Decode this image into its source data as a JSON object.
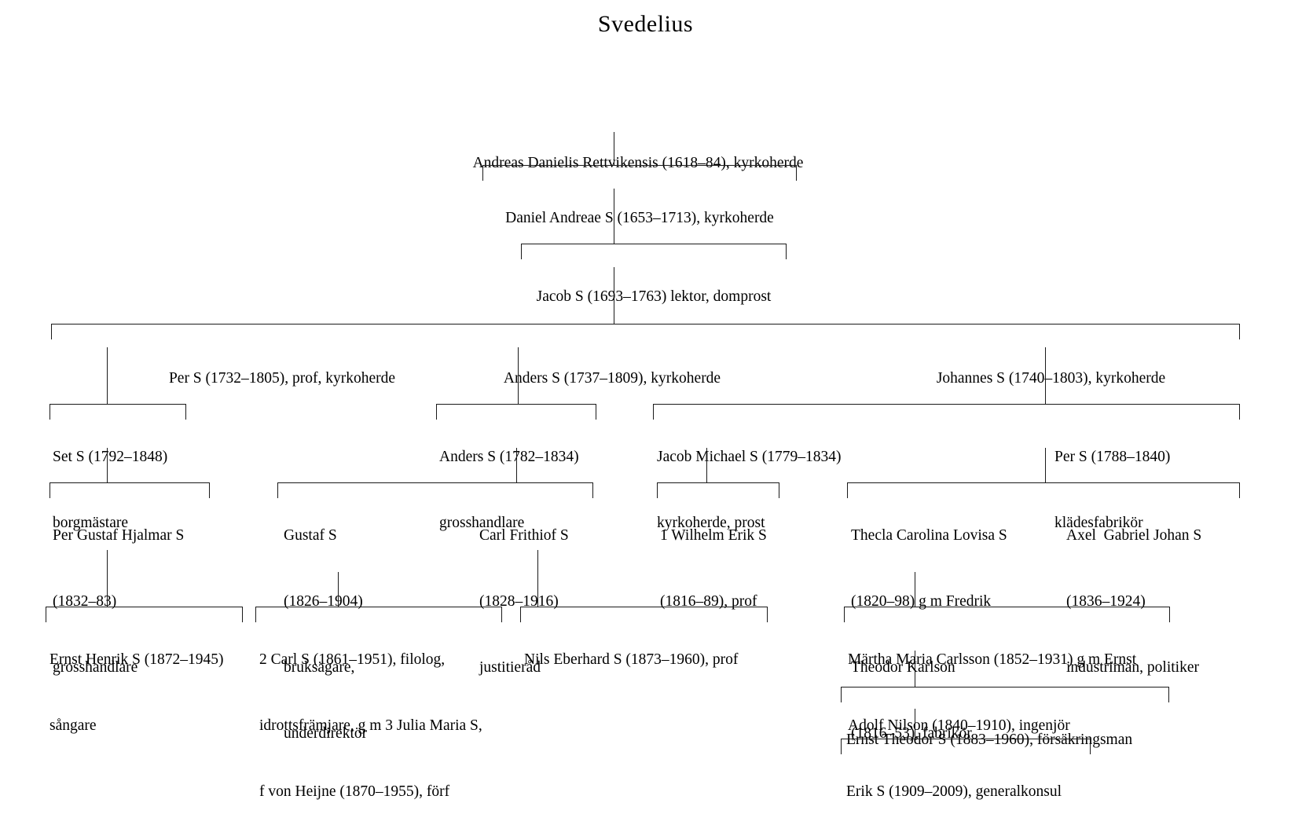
{
  "title": "Svedelius",
  "chart_data": {
    "type": "diagram",
    "diagram_kind": "genealogical-family-tree",
    "title": "Svedelius",
    "generations": [
      {
        "index": 1,
        "nodes": [
          {
            "id": "andreas",
            "lines": [
              "Andreas Danielis Rettvikensis (1618–84), kyrkoherde"
            ]
          }
        ]
      },
      {
        "index": 2,
        "nodes": [
          {
            "id": "daniel",
            "lines": [
              "Daniel Andreae S (1653–1713), kyrkoherde"
            ],
            "parent": "andreas"
          }
        ]
      },
      {
        "index": 3,
        "nodes": [
          {
            "id": "jacob",
            "lines": [
              "Jacob S (1693–1763) lektor, domprost"
            ],
            "parent": "daniel"
          }
        ]
      },
      {
        "index": 4,
        "nodes": [
          {
            "id": "per1732",
            "lines": [
              "Per S (1732–1805), prof, kyrkoherde"
            ],
            "parent": "jacob"
          },
          {
            "id": "anders1737",
            "lines": [
              "Anders S (1737–1809), kyrkoherde"
            ],
            "parent": "jacob"
          },
          {
            "id": "johannes1740",
            "lines": [
              "Johannes S (1740–1803), kyrkoherde"
            ],
            "parent": "jacob"
          }
        ]
      },
      {
        "index": 5,
        "nodes": [
          {
            "id": "set",
            "lines": [
              "Set S (1792–1848)",
              "borgmästare"
            ],
            "parent": "per1732"
          },
          {
            "id": "anders1782",
            "lines": [
              "Anders S (1782–1834)",
              "grosshandlare"
            ],
            "parent": "anders1737"
          },
          {
            "id": "jacobmichael",
            "lines": [
              "Jacob Michael S (1779–1834)",
              "kyrkoherde, prost"
            ],
            "parent": "anders1737"
          },
          {
            "id": "per1788",
            "lines": [
              "Per S (1788–1840)",
              "klädesfabrikör"
            ],
            "parent": "johannes1740"
          }
        ]
      },
      {
        "index": 6,
        "nodes": [
          {
            "id": "pergustaf",
            "lines": [
              "Per Gustaf Hjalmar S",
              "(1832–83)",
              "grosshandlare"
            ],
            "parent": "set"
          },
          {
            "id": "gustaf",
            "lines": [
              "Gustaf S",
              "(1826–1904)",
              "bruksägare,",
              "underdirektör"
            ],
            "parent": "anders1782"
          },
          {
            "id": "carlfrithiof",
            "lines": [
              "Carl Frithiof S",
              "(1828–1916)",
              "justitieråd"
            ],
            "parent": "anders1782"
          },
          {
            "id": "wilhelmerik",
            "lines": [
              "1 Wilhelm Erik S",
              "(1816–89), prof"
            ],
            "parent": "jacobmichael"
          },
          {
            "id": "thecla",
            "lines": [
              "Thecla Carolina Lovisa S",
              "(1820–98) g m Fredrik",
              "Theodor Karlson",
              "(1816–53), fabrikör"
            ],
            "parent": "per1788"
          },
          {
            "id": "axel",
            "lines": [
              "Axel  Gabriel Johan S",
              "(1836–1924)",
              "industriman, politiker"
            ],
            "parent": "per1788"
          }
        ]
      },
      {
        "index": 7,
        "nodes": [
          {
            "id": "ernsthenrik",
            "lines": [
              "Ernst Henrik S (1872–1945)",
              "sångare"
            ],
            "parent": "pergustaf"
          },
          {
            "id": "carl1861",
            "lines": [
              "2 Carl S (1861–1951), filolog,",
              "idrottsfrämjare, g m 3 Julia Maria S,",
              "f von Heijne (1870–1955), förf"
            ],
            "parent": "gustaf"
          },
          {
            "id": "nilseberhard",
            "lines": [
              "Nils Eberhard S (1873–1960), prof"
            ],
            "parent": "carlfrithiof"
          },
          {
            "id": "martha",
            "lines": [
              "Märtha Maria Carlsson (1852–1931) g m Ernst",
              "Adolf Nilson (1840–1910), ingenjör"
            ],
            "parent": "thecla"
          }
        ]
      },
      {
        "index": 8,
        "nodes": [
          {
            "id": "ernsttheodor",
            "lines": [
              "Ernst Theodor S (1883–1960), försäkringsman"
            ],
            "parent": "martha"
          }
        ]
      },
      {
        "index": 9,
        "nodes": [
          {
            "id": "erik1909",
            "lines": [
              "Erik S (1909–2009), generalkonsul"
            ],
            "parent": "ernsttheodor"
          }
        ]
      }
    ],
    "line_color": "#1a1a1a",
    "background": "#ffffff"
  },
  "nodes": {
    "andreas": {
      "l1": "Andreas Danielis Rettvikensis (1618–84), kyrkoherde"
    },
    "daniel": {
      "l1": "Daniel Andreae S (1653–1713), kyrkoherde"
    },
    "jacob": {
      "l1": "Jacob S (1693–1763) lektor, domprost"
    },
    "per1732": {
      "l1": "Per S (1732–1805), prof, kyrkoherde"
    },
    "anders1737": {
      "l1": "Anders S (1737–1809), kyrkoherde"
    },
    "johannes1740": {
      "l1": "Johannes S (1740–1803), kyrkoherde"
    },
    "set": {
      "l1": "Set S (1792–1848)",
      "l2": "borgmästare"
    },
    "anders1782": {
      "l1": "Anders S (1782–1834)",
      "l2": "grosshandlare"
    },
    "jacobmichael": {
      "l1": "Jacob Michael S (1779–1834)",
      "l2": "kyrkoherde, prost"
    },
    "per1788": {
      "l1": "Per S (1788–1840)",
      "l2": "klädesfabrikör"
    },
    "pergustaf": {
      "l1": "Per Gustaf Hjalmar S",
      "l2": "(1832–83)",
      "l3": "grosshandlare"
    },
    "gustaf": {
      "l1": "Gustaf S",
      "l2": "(1826–1904)",
      "l3": "bruksägare,",
      "l4": "underdirektör"
    },
    "carlfrithiof": {
      "l1": "Carl Frithiof S",
      "l2": "(1828–1916)",
      "l3": "justitieråd"
    },
    "wilhelmerik": {
      "l1": "1 Wilhelm Erik S",
      "l2": "(1816–89), prof"
    },
    "thecla": {
      "l1": "Thecla Carolina Lovisa S",
      "l2": "(1820–98) g m Fredrik",
      "l3": "Theodor Karlson",
      "l4": "(1816–53), fabrikör"
    },
    "axel": {
      "l1": "Axel  Gabriel Johan S",
      "l2": "(1836–1924)",
      "l3": "industriman, politiker"
    },
    "ernsthenrik": {
      "l1": "Ernst Henrik S (1872–1945)",
      "l2": "sångare"
    },
    "carl1861": {
      "l1": "2 Carl S (1861–1951), filolog,",
      "l2": "idrottsfrämjare, g m 3 Julia Maria S,",
      "l3": "f von Heijne (1870–1955), förf"
    },
    "nilseberhard": {
      "l1": "Nils Eberhard S (1873–1960), prof"
    },
    "martha": {
      "l1": "Märtha Maria Carlsson (1852–1931) g m Ernst",
      "l2": "Adolf Nilson (1840–1910), ingenjör"
    },
    "ernsttheodor": {
      "l1": "Ernst Theodor S (1883–1960), försäkringsman"
    },
    "erik1909": {
      "l1": "Erik S (1909–2009), generalkonsul"
    }
  }
}
